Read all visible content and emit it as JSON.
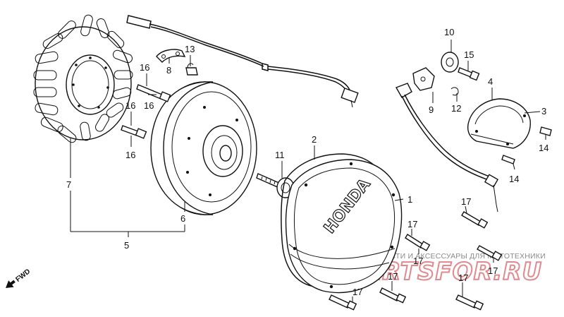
{
  "callouts": {
    "c1": "1",
    "c2": "2",
    "c3": "3",
    "c4": "4",
    "c5": "5",
    "c6": "6",
    "c7": "7",
    "c8": "8",
    "c9": "9",
    "c10": "10",
    "c11": "11",
    "c12": "12",
    "c13": "13",
    "c14a": "14",
    "c14b": "14",
    "c15": "15",
    "c16a": "16",
    "c16b": "16",
    "c16c": "16",
    "c16d": "16",
    "c17a": "17",
    "c17b": "17",
    "c17c": "17",
    "c17d": "17",
    "c17e": "17",
    "c17f": "17",
    "c17g": "17"
  },
  "cover_brand": "HONDA",
  "fwd_label": "FWD",
  "watermark": {
    "small_text": "ЗАПЧАСТИ И АКСЕССУАРЫ ДЛЯ МОТОТЕХНИКИ",
    "big_text": "PARTSFOR.RU",
    "color": "#e0898e"
  },
  "icons": [
    "fwd-arrow-icon"
  ]
}
